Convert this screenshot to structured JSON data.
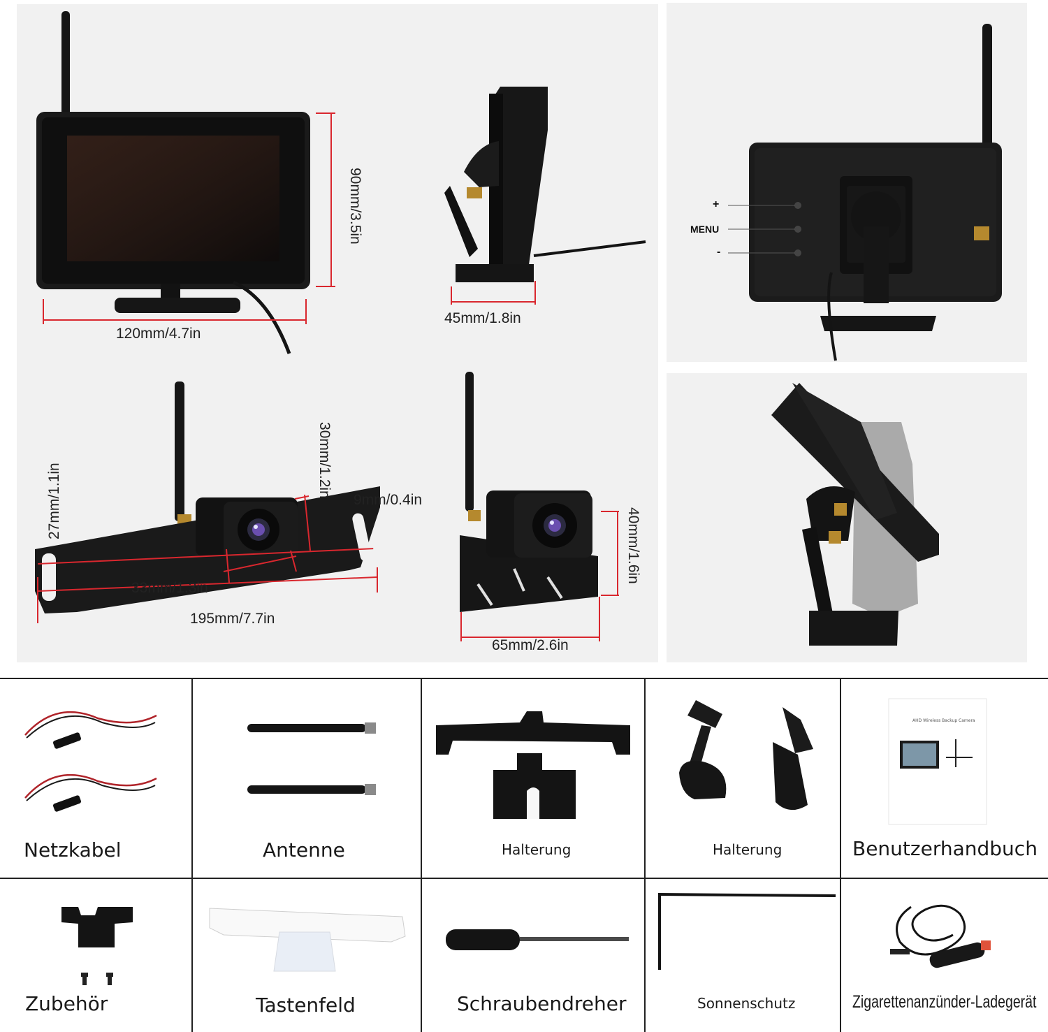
{
  "dimensions": {
    "monitor_width": "120mm/4.7in",
    "monitor_height": "90mm/3.5in",
    "monitor_depth": "45mm/1.8in",
    "bracket_height": "27mm/1.1in",
    "camera_height": "30mm/1.2in",
    "bracket_thickness": "9mm/0.4in",
    "camera_width": "33mm/1.3in",
    "bracket_width": "195mm/7.7in",
    "plate_height": "40mm/1.6in",
    "plate_width": "65mm/2.6in"
  },
  "monitor_buttons": {
    "plus": "+",
    "menu": "MENU",
    "minus": "-"
  },
  "accessories": [
    {
      "label": "Netzkabel"
    },
    {
      "label": "Antenne"
    },
    {
      "label": "Halterung"
    },
    {
      "label": "Halterung"
    },
    {
      "label": "Benutzerhandbuch"
    },
    {
      "label": "Zubehör"
    },
    {
      "label": "Tastenfeld"
    },
    {
      "label": "Schraubendreher"
    },
    {
      "label": "Sonnenschutz"
    },
    {
      "label": "Zigarettenanzünder-Ladegerät"
    }
  ],
  "manual_cover_text": "AHD Wireless Backup Camera",
  "colors": {
    "dimension_line": "#d9272e",
    "device_black": "#141414",
    "panel_bg": "#f1f1f1"
  }
}
